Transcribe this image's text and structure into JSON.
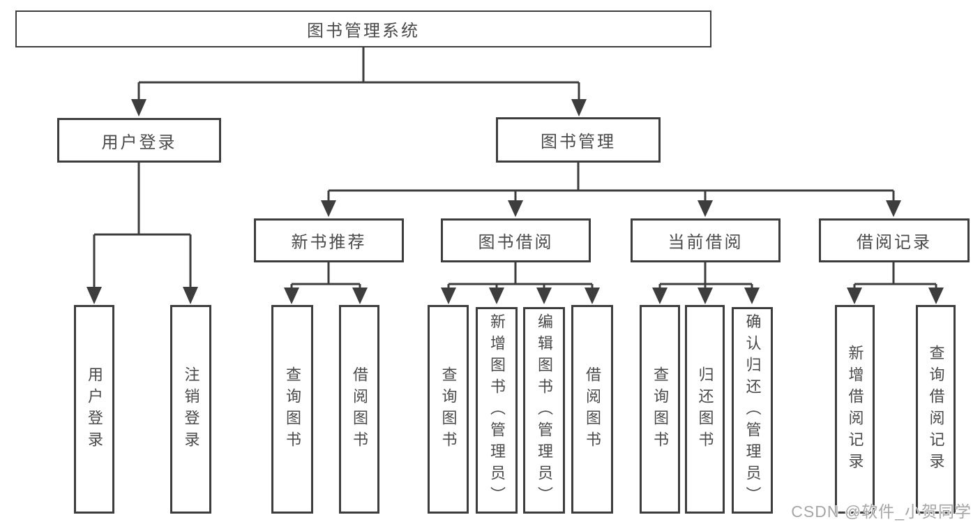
{
  "tree": {
    "label": "图书管理系统",
    "children": [
      {
        "label": "用户登录",
        "children": [
          {
            "label": "用户登录"
          },
          {
            "label": "注销登录"
          }
        ]
      },
      {
        "label": "图书管理",
        "children": [
          {
            "label": "新书推荐",
            "children": [
              {
                "label": "查询图书"
              },
              {
                "label": "借阅图书"
              }
            ]
          },
          {
            "label": "图书借阅",
            "children": [
              {
                "label": "查询图书"
              },
              {
                "label": "新增图书（管理员）"
              },
              {
                "label": "编辑图书（管理员）"
              },
              {
                "label": "借阅图书"
              }
            ]
          },
          {
            "label": "当前借阅",
            "children": [
              {
                "label": "查询图书"
              },
              {
                "label": "归还图书"
              },
              {
                "label": "确认归还（管理员）"
              }
            ]
          },
          {
            "label": "借阅记录",
            "children": [
              {
                "label": "新增借阅记录"
              },
              {
                "label": "查询借阅记录"
              }
            ]
          }
        ]
      }
    ]
  },
  "watermark": {
    "text": "CSDN @软件_小贺同学"
  },
  "colors": {
    "line": "#3d3d3d",
    "box_border": "#3d3d3d",
    "text": "#4a4a4a",
    "watermark": "#a6a6a6",
    "background": "#ffffff"
  }
}
